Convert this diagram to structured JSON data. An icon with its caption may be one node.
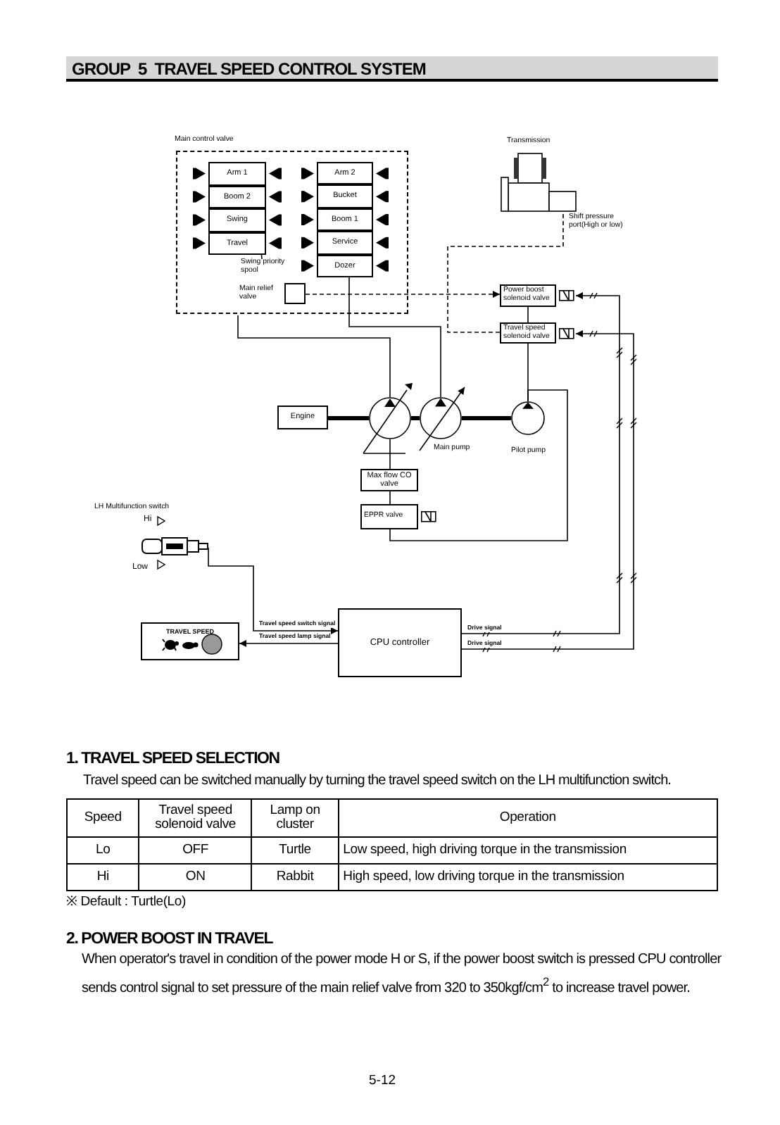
{
  "diagram": {
    "title": "GROUP  5  TRAVEL SPEED CONTROL SYSTEM",
    "nodes": [
      {
        "text": [
          "Main control valve"
        ]
      },
      {
        "text": [
          "Arm 1"
        ],
        "in": 0
      },
      {
        "text": [
          "Boom 2"
        ],
        "in": 0
      },
      {
        "text": [
          "Swing"
        ],
        "in": 0
      },
      {
        "text": [
          "Travel"
        ],
        "in": 0
      },
      {
        "text": [
          "Arm 2"
        ],
        "in": 0
      },
      {
        "text": [
          "Bucket"
        ],
        "in": 0
      },
      {
        "text": [
          "Boom 1"
        ],
        "in": 0
      },
      {
        "text": [
          "Service"
        ],
        "in": 0
      },
      {
        "text": [
          "Dozer"
        ],
        "in": 0
      },
      {
        "text": [
          "Main relief valve"
        ],
        "in": 0
      },
      {
        "text": [
          "Swing priority spool"
        ],
        "in": 0
      },
      {
        "text": [
          "Transmission"
        ]
      },
      {
        "text": [
          "Power boost solenoid valve"
        ]
      },
      {
        "text": [
          "Travel speed solenoid valve"
        ]
      },
      {
        "text": [
          "Engine"
        ]
      },
      {
        "text": [],
        "shape": "circle"
      },
      {
        "text": [
          "Main pump"
        ]
      },
      {
        "text": [
          "Pilot pump"
        ]
      },
      {
        "text": [
          "Max flow CO valve"
        ]
      },
      {
        "text": [
          "EPPR valve"
        ]
      },
      {
        "text": [
          "LH Multifunction switch"
        ]
      },
      {
        "text": [
          "TRAVEL SPEED"
        ]
      },
      {
        "text": [
          "CPU controller"
        ]
      }
    ],
    "edges": [
      {
        "from": 11,
        "to": 2,
        "arrow": "none"
      },
      {
        "from": 0,
        "to": 16,
        "arrow": "none"
      },
      {
        "from": 9,
        "to": 17,
        "arrow": "none"
      },
      {
        "from": 10,
        "to": 13,
        "arrow": "to",
        "style": "dashed"
      },
      {
        "from": 14,
        "to": 12,
        "arrow": "none",
        "style": "dashed"
      },
      {
        "from": 13,
        "to": 14,
        "arrow": "none"
      },
      {
        "from": 14,
        "to": 18,
        "arrow": "none"
      },
      {
        "from": 18,
        "to": 20,
        "arrow": "none"
      },
      {
        "from": 15,
        "to": 16,
        "arrow": "none",
        "style": "thick"
      },
      {
        "from": 16,
        "to": 17,
        "arrow": "none",
        "style": "thick"
      },
      {
        "from": 17,
        "to": 18,
        "arrow": "none",
        "style": "thick"
      },
      {
        "from": 16,
        "to": 19,
        "arrow": "none"
      },
      {
        "from": 19,
        "to": 20,
        "arrow": "none"
      },
      {
        "from": 21,
        "to": 23,
        "arrow": "to",
        "label": "Travel speed switch signal"
      },
      {
        "from": 23,
        "to": 22,
        "arrow": "to",
        "label": "Travel speed lamp signal"
      },
      {
        "from": 23,
        "to": 13,
        "arrow": "to",
        "label": "Drive signal"
      },
      {
        "from": 23,
        "to": 14,
        "arrow": "to",
        "label": "Drive signal"
      }
    ],
    "labels": [
      "Shift pressure port(High or low)",
      "Hi",
      "Low",
      "1. TRAVEL SPEED SELECTION",
      "Travel speed can be switched manually by turning the travel speed switch on the LH multifunction switch.",
      "Speed",
      "Travel speed solenoid valve",
      "Lamp on cluster",
      "Operation",
      "Lo",
      "OFF",
      "Turtle",
      "Low speed, high driving torque in the transmission",
      "Hi",
      "ON",
      "Rabbit",
      "High speed, low driving torque in the transmission",
      "※ Default : Turtle(Lo)",
      "2. POWER BOOST IN TRAVEL",
      "When operator's travel in condition of the power mode H or S, if the power boost switch is pressed CPU controller sends control signal to set pressure of the main relief valve from 320 to 350kgf/cm$^{2}$ to increase travel power.",
      "5-12"
    ]
  }
}
